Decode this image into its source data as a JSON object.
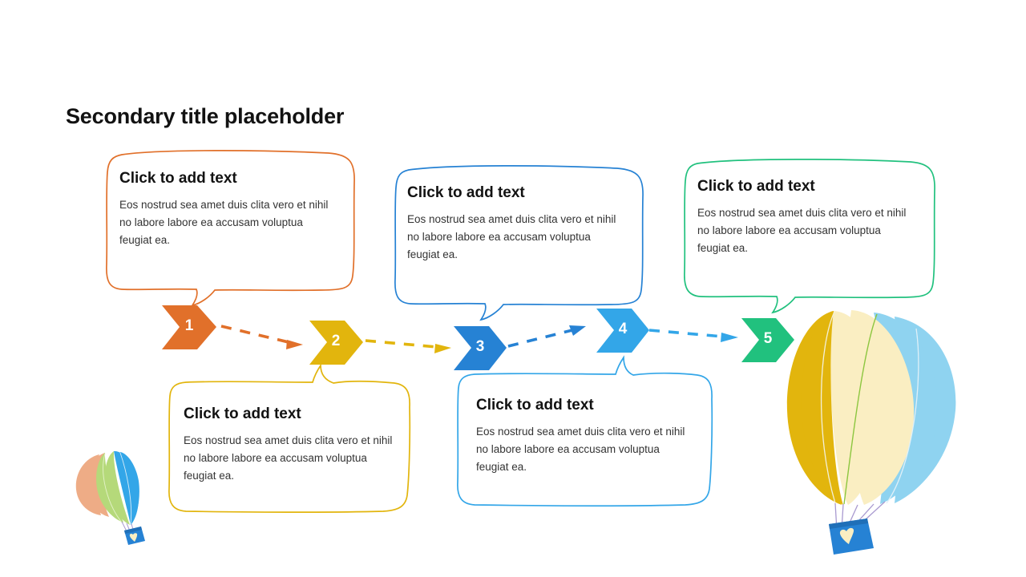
{
  "slide": {
    "title": "Secondary title placeholder",
    "background": "#ffffff"
  },
  "steps": [
    {
      "number": "1",
      "color": "#e1702a",
      "heading": "Click to add text",
      "body": "Eos nostrud sea amet duis clita vero et nihil no labore labore ea accusam voluptua feugiat ea.",
      "position": "above"
    },
    {
      "number": "2",
      "color": "#e2b50d",
      "heading": "Click to add text",
      "body": "Eos nostrud sea amet duis clita vero et nihil no labore labore ea accusam voluptua feugiat ea.",
      "position": "below"
    },
    {
      "number": "3",
      "color": "#2682d4",
      "heading": "Click to add text",
      "body": "Eos nostrud sea amet duis clita vero et nihil no labore labore ea accusam voluptua feugiat ea.",
      "position": "above"
    },
    {
      "number": "4",
      "color": "#33a6e8",
      "heading": "Click to add text",
      "body": "Eos nostrud sea amet duis clita vero et nihil no labore labore ea accusam voluptua feugiat ea.",
      "position": "below"
    },
    {
      "number": "5",
      "color": "#21c17e",
      "heading": "Click to add text",
      "body": "Eos nostrud sea amet duis clita vero et nihil no labore labore ea accusam voluptua feugiat ea.",
      "position": "above"
    }
  ],
  "connectors": [
    {
      "from": "1",
      "to": "2",
      "color": "#e1702a"
    },
    {
      "from": "2",
      "to": "3",
      "color": "#e2b50d"
    },
    {
      "from": "3",
      "to": "4",
      "color": "#2682d4"
    },
    {
      "from": "4",
      "to": "5",
      "color": "#33a6e8"
    }
  ],
  "decorations": {
    "balloon_large": {
      "name": "hot-air-balloon-large",
      "gore_gold": "#e2b50d",
      "gore_cream": "#faeec2",
      "gore_blue": "#8fd3f0",
      "seam_green": "#8cc63f",
      "basket": "#2682d4",
      "heart": "#faeec2"
    },
    "balloon_small": {
      "name": "hot-air-balloon-small",
      "gore_peach": "#eeac86",
      "gore_green": "#b5d97a",
      "gore_blue": "#33a6e8",
      "basket": "#2682d4",
      "heart": "#faeec2"
    }
  }
}
